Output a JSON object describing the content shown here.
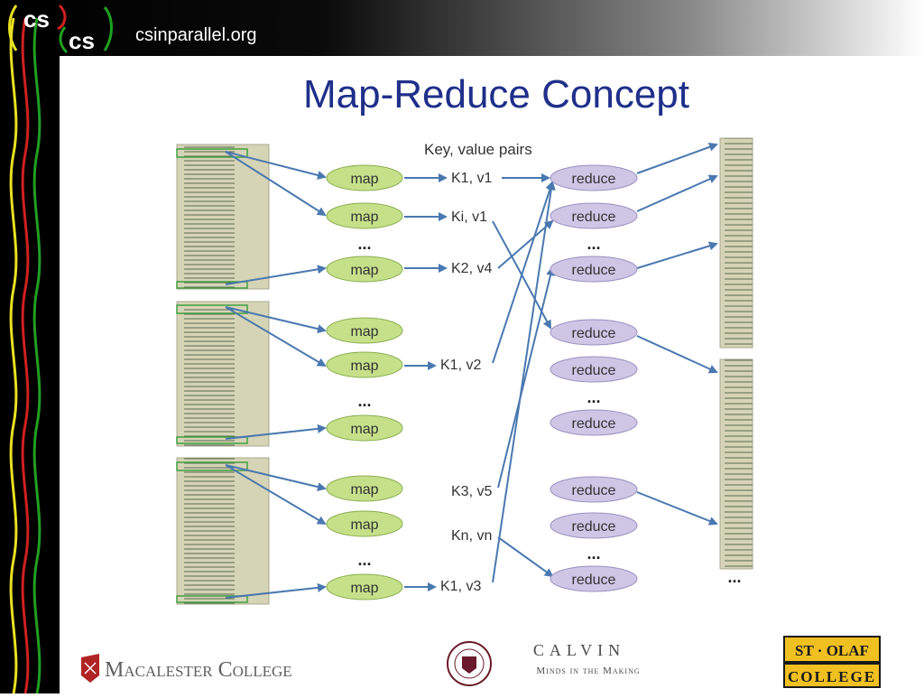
{
  "header": {
    "site": "csinparallel.org",
    "logo_text_top": "cs",
    "logo_text_bottom": "cs"
  },
  "title": "Map-Reduce Concept",
  "diagram": {
    "header_label": "Key, value pairs",
    "map_label": "map",
    "reduce_label": "reduce",
    "ellipsis": "...",
    "pairs": [
      "K1, v1",
      "Ki, v1",
      "K2, v4",
      "K1, v2",
      "K3, v5",
      "Kn, vn",
      "K1, v3"
    ]
  },
  "footer": {
    "macalester": "Macalester College",
    "calvin_name": "CALVIN",
    "calvin_tagline": "Minds in the Making",
    "stolaf_top": "ST · OLAF",
    "stolaf_bottom": "COLLEGE"
  },
  "colors": {
    "title": "#1f2f8a",
    "map_fill": "#c6e08a",
    "reduce_fill": "#cfc6e6",
    "arrow": "#4a78b0",
    "doc_fill": "#d6d4b6"
  }
}
